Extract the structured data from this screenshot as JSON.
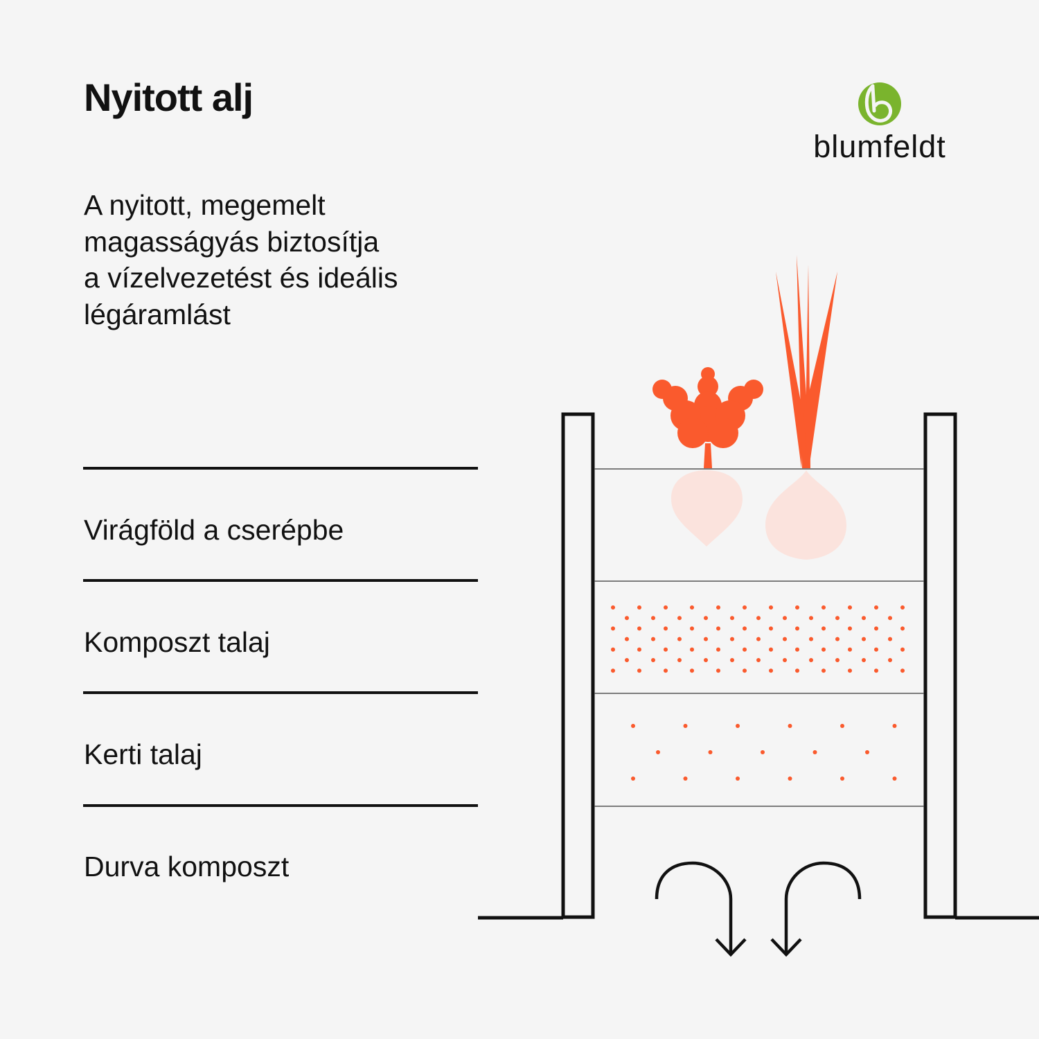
{
  "header": {
    "title": "Nyitott alj",
    "description_lines": [
      "A nyitott, megemelt",
      "magasságyás biztosítja",
      "a vízelvezetést és ideális",
      "légáramlást"
    ]
  },
  "brand": {
    "name": "blumfeldt",
    "logo_icon": "leaf-b-logo-icon",
    "logo_color": "#7ab42d"
  },
  "layers": [
    {
      "label": "Virágföld a cserépbe",
      "pattern": "plants"
    },
    {
      "label": "Komposzt talaj",
      "pattern": "dense-dots"
    },
    {
      "label": "Kerti talaj",
      "pattern": "sparse-dots"
    },
    {
      "label": "Durva komposzt",
      "pattern": "airflow-arrows"
    }
  ],
  "colors": {
    "background": "#f5f5f5",
    "ink": "#111111",
    "accent": "#fa5a2d",
    "bulb": "#fbe3dd"
  },
  "illustration": {
    "plants": [
      "beetroot-icon",
      "onion-icon"
    ],
    "arrows": [
      "airflow-arrow-left-icon",
      "airflow-arrow-right-icon"
    ]
  }
}
